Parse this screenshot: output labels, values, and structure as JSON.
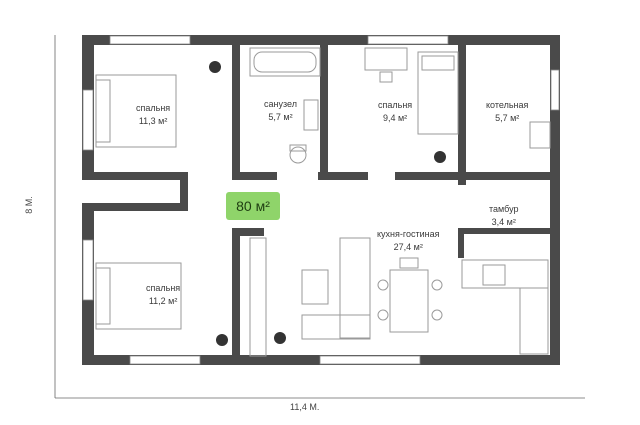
{
  "total_area": "80 м²",
  "dimensions": {
    "width": "11,4 М.",
    "height": "8 М."
  },
  "rooms": [
    {
      "name": "спальня",
      "area": "11,3 м²"
    },
    {
      "name": "санузел",
      "area": "5,7 м²"
    },
    {
      "name": "спальня",
      "area": "9,4 м²"
    },
    {
      "name": "котельная",
      "area": "5,7 м²"
    },
    {
      "name": "тамбур",
      "area": "3,4 м²"
    },
    {
      "name": "кухня-гостиная",
      "area": "27,4 м²"
    },
    {
      "name": "спальня",
      "area": "11,2 м²"
    }
  ],
  "colors": {
    "wall": "#4a4a4a",
    "badge": "#8fd46a",
    "furniture_stroke": "#9a9a9a",
    "plant": "#333333"
  }
}
